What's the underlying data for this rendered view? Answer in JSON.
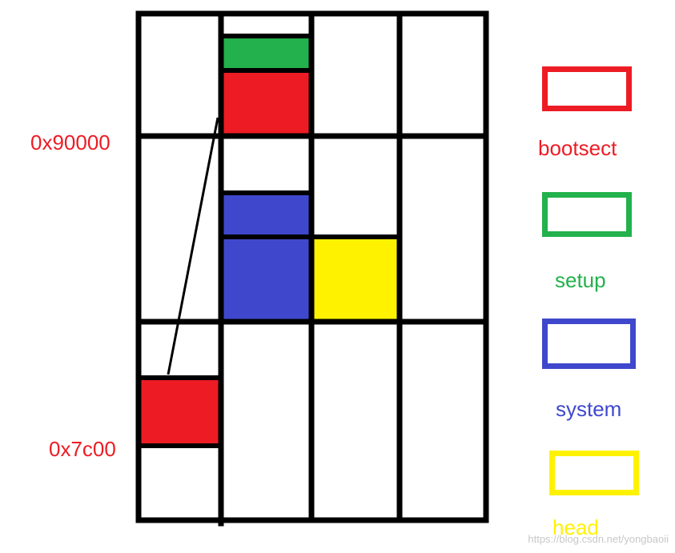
{
  "addresses": {
    "top": "0x90000",
    "bottom": "0x7c00"
  },
  "legend": [
    {
      "label": "bootsect",
      "color": "#ed1c24"
    },
    {
      "label": "setup",
      "color": "#22b14c"
    },
    {
      "label": "system",
      "color": "#3f48cc"
    },
    {
      "label": "head",
      "color": "#fff200"
    }
  ],
  "colors": {
    "grid": "#000000",
    "bootsect": "#ed1c24",
    "setup": "#22b14c",
    "system": "#3f48cc",
    "head": "#fff200"
  },
  "watermark": "https://blog.csdn.net/yongbaoii"
}
